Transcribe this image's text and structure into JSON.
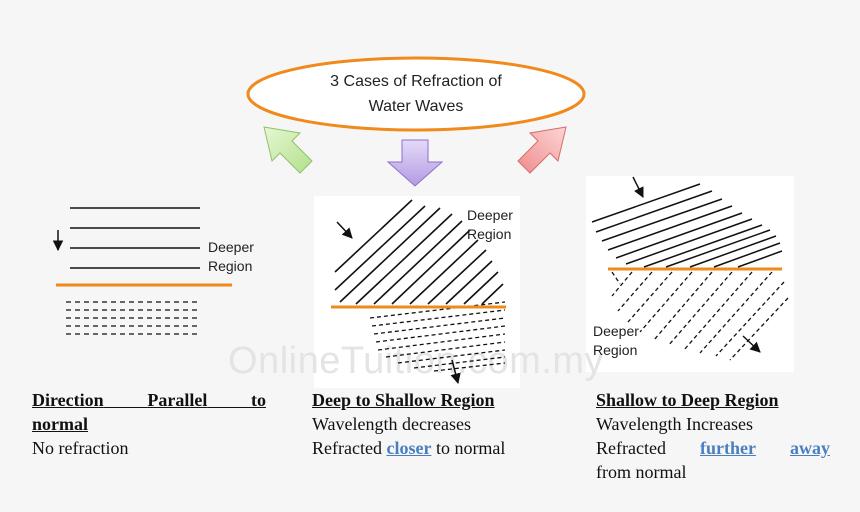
{
  "title": {
    "line1": "3 Cases of Refraction of",
    "line2": "Water Waves"
  },
  "watermark": "OnlineTuition.com.my",
  "panels": [
    {
      "region_label_line1": "Deeper",
      "region_label_line2": "Region",
      "caption_head_line1": "Direction",
      "caption_head_line2": "Parallel",
      "caption_head_line3": "to",
      "caption_head_line4": "normal",
      "caption_line1": "No refraction"
    },
    {
      "region_label_line1": "Deeper",
      "region_label_line2": "Region",
      "caption_head": "Deep to Shallow Region",
      "caption_line1": "Wavelength decreases",
      "caption_line2_pre": "Refracted ",
      "caption_line2_hl": "closer",
      "caption_line2_post": " to normal"
    },
    {
      "region_label_line1": "Deeper",
      "region_label_line2": "Region",
      "caption_head": "Shallow to Deep Region",
      "caption_line1": "Wavelength Increases",
      "caption_line2_pre": "Refracted",
      "caption_line2_hl1": "further",
      "caption_line2_hl2": "away",
      "caption_line3": "from normal"
    }
  ],
  "colors": {
    "boundary": "#f08a1c",
    "arrow_left": "#c8eba6",
    "arrow_down": "#c9b6ec",
    "arrow_right": "#f5a5a5",
    "ellipse_stroke": "#f08a1c",
    "highlight": "#4a7fbf"
  }
}
